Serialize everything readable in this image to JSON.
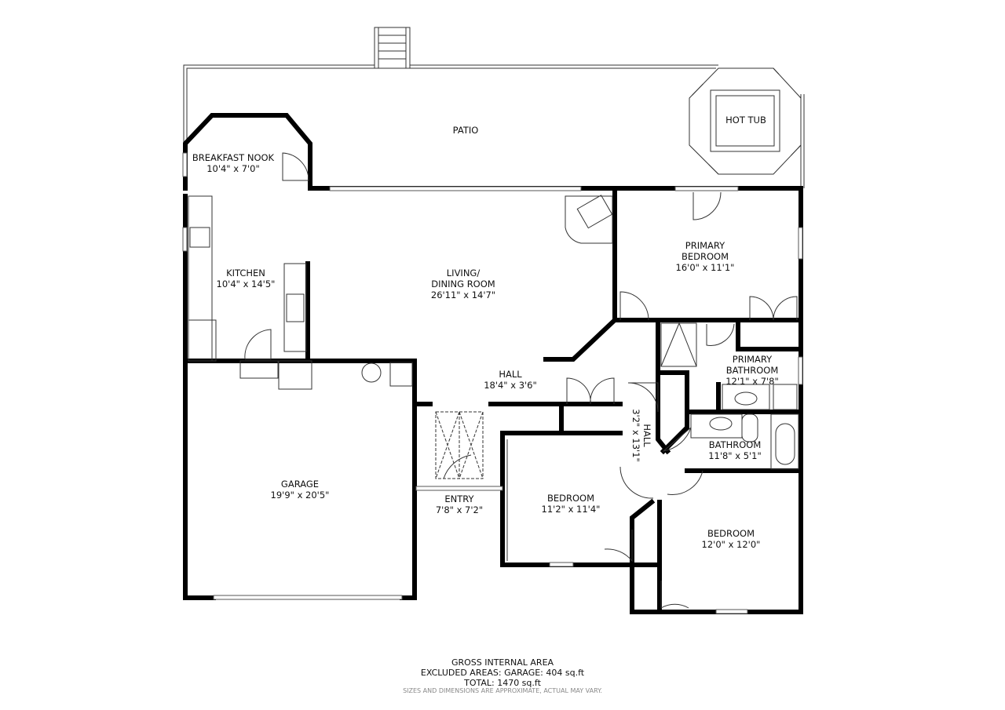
{
  "rooms": {
    "patio": {
      "name": "PATIO"
    },
    "hot_tub": {
      "name": "HOT TUB"
    },
    "breakfast_nook": {
      "name": "BREAKFAST NOOK",
      "dims": "10'4\" x 7'0\""
    },
    "kitchen": {
      "name": "KITCHEN",
      "dims": "10'4\" x 14'5\""
    },
    "living": {
      "name_line1": "LIVING/",
      "name_line2": "DINING ROOM",
      "dims": "26'11\" x 14'7\""
    },
    "primary_bedroom": {
      "name_line1": "PRIMARY",
      "name_line2": "BEDROOM",
      "dims": "16'0\" x 11'1\""
    },
    "primary_bathroom": {
      "name_line1": "PRIMARY",
      "name_line2": "BATHROOM",
      "dims": "12'1\" x 7'8\""
    },
    "hall_main": {
      "name": "HALL",
      "dims": "18'4\" x 3'6\""
    },
    "hall_side": {
      "name": "HALL",
      "dims": "3'2\" x 13'1\""
    },
    "bathroom": {
      "name": "BATHROOM",
      "dims": "11'8\" x 5'1\""
    },
    "garage": {
      "name": "GARAGE",
      "dims": "19'9\" x 20'5\""
    },
    "entry": {
      "name": "ENTRY",
      "dims": "7'8\" x 7'2\""
    },
    "bedroom_1": {
      "name": "BEDROOM",
      "dims": "11'2\" x 11'4\""
    },
    "bedroom_2": {
      "name": "BEDROOM",
      "dims": "12'0\" x 12'0\""
    }
  },
  "footer": {
    "line1": "GROSS INTERNAL AREA",
    "line2": "EXCLUDED AREAS: GARAGE: 404 sq.ft",
    "line3": "TOTAL: 1470 sq.ft",
    "disclaimer": "SIZES AND DIMENSIONS ARE APPROXIMATE, ACTUAL MAY VARY."
  }
}
